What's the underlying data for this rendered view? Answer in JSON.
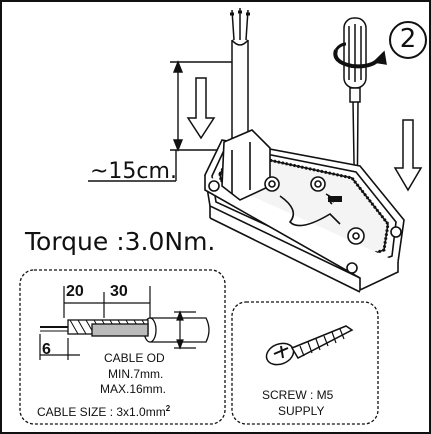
{
  "step": {
    "number": "2"
  },
  "cable_length": {
    "label": "~15cm."
  },
  "torque": {
    "label": "Torque :3.0Nm."
  },
  "cable_panel": {
    "dim_a": "20",
    "dim_b": "30",
    "dim_c": "6",
    "od_title": "CABLE OD",
    "od_min": "MIN.7mm.",
    "od_max": "MAX.16mm.",
    "size_label": "CABLE SIZE : 3x1.0mm",
    "size_sup": "2"
  },
  "screw_panel": {
    "line1": "SCREW : M5",
    "line2": "SUPPLY"
  }
}
